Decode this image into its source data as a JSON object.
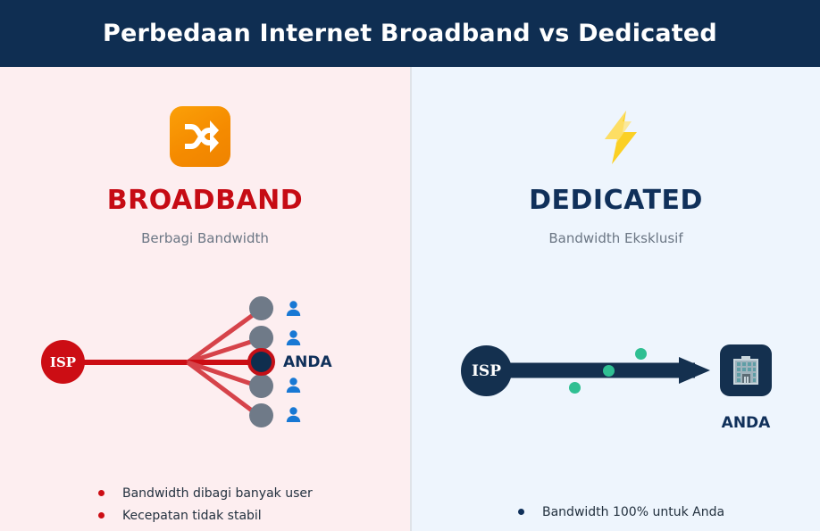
{
  "header": {
    "title": "Perbedaan Internet Broadband vs Dedicated",
    "background_color": "#0f2e52",
    "text_color": "#ffffff"
  },
  "panels": {
    "left": {
      "name": "broadband",
      "background_color": "#fdeef0",
      "icon": "shuffle-icon",
      "icon_glyph": "🔀",
      "icon_background_color": "#f7940d",
      "title": "BROADBAND",
      "title_color": "#c60b14",
      "subtitle": "Berbagi Bandwidth",
      "subtitle_color": "#6b7684",
      "diagram": {
        "source_label": "ISP",
        "source_color": "#cc0d14",
        "link_color": "#cc0d14",
        "nodes": [
          {
            "label": "",
            "type": "other-user",
            "color": "#6f7a88",
            "person_icon": "person-icon"
          },
          {
            "label": "",
            "type": "other-user",
            "color": "#6f7a88",
            "person_icon": "person-icon"
          },
          {
            "label": "ANDA",
            "type": "you",
            "color": "#0f2e4e",
            "ring_color": "#c41017",
            "person_icon": ""
          },
          {
            "label": "",
            "type": "other-user",
            "color": "#6f7a88",
            "person_icon": "person-icon"
          },
          {
            "label": "",
            "type": "other-user",
            "color": "#6f7a88",
            "person_icon": "person-icon"
          }
        ],
        "person_glyph": "👤",
        "person_color": "#1878d4"
      },
      "bullets": [
        {
          "text": "Bandwidth dibagi banyak user",
          "dot_color": "#cc0d14"
        },
        {
          "text": "Kecepatan tidak stabil",
          "dot_color": "#cc0d14"
        }
      ]
    },
    "right": {
      "name": "dedicated",
      "background_color": "#eef5fd",
      "icon": "lightning-bolt-icon",
      "icon_glyph": "⚡",
      "icon_color": "#f7c817",
      "title": "DEDICATED",
      "title_color": "#10305a",
      "subtitle": "Bandwidth Eksklusif",
      "subtitle_color": "#6b7684",
      "diagram": {
        "source_label": "ISP",
        "source_color": "#14304f",
        "link_color": "#14304f",
        "destination_label": "ANDA",
        "destination_icon": "office-building-icon",
        "destination_glyph": "🏢",
        "destination_background_color": "#14304f",
        "packet_dot_color": "#2fbf92",
        "packet_dots": 3
      },
      "bullets": [
        {
          "text": "Bandwidth 100% untuk Anda",
          "dot_color": "#10305a"
        }
      ]
    }
  },
  "divider_color": "#dfe3e8"
}
